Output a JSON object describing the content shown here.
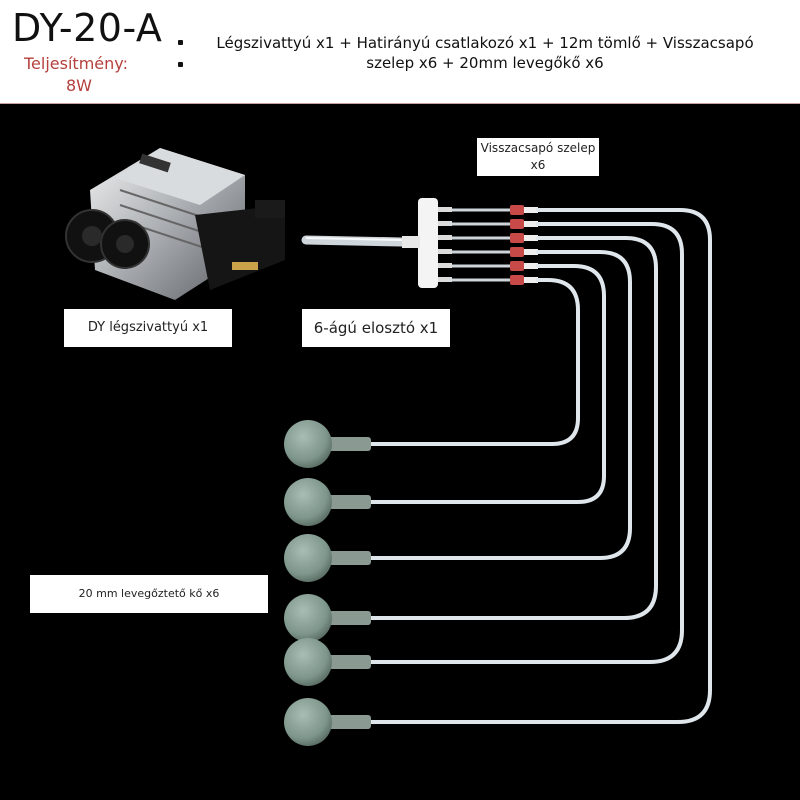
{
  "header": {
    "model": "DY-20-A",
    "power_label": "Teljesítmény:",
    "power_value": "8W",
    "contents": "Légszivattyú x1 + Hatirányú csatlakozó x1 + 12m tömlő + Visszacsapó szelep x6 + 20mm levegőkő x6"
  },
  "labels": {
    "check_valve": "Visszacsapó szelep x6",
    "pump": "DY légszivattyú x1",
    "distributor": "6-ágú elosztó x1",
    "air_stone": "20 mm levegőztető kő x6"
  },
  "colors": {
    "accent_red": "#b5403c",
    "tube": "#dfe6ec",
    "stone": "#8aa39a"
  }
}
